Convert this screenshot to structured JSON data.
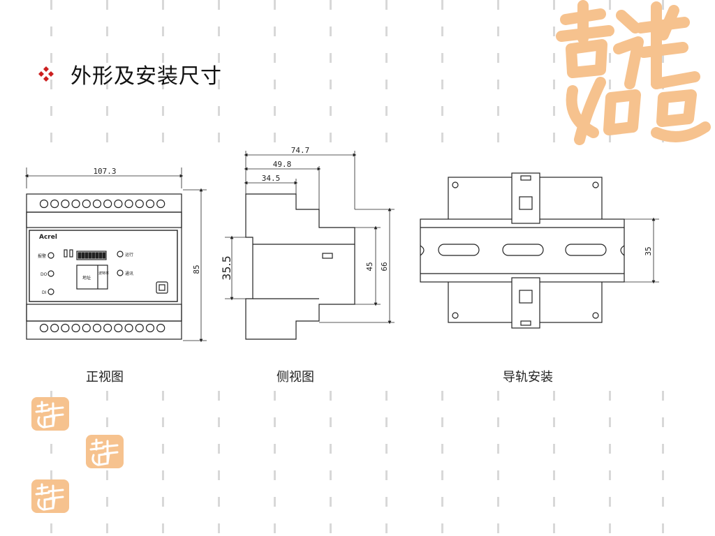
{
  "slide": {
    "title": "外形及安装尺寸",
    "bullet_icon": "diamond-cluster-icon",
    "accent_color": "#cc1f1f",
    "watermark_color": "#f6c28e"
  },
  "watermark": {
    "text": "吉祥如意"
  },
  "views": {
    "front": {
      "caption": "正视图",
      "dim_width": "107.3",
      "dim_height": "85",
      "brand": "Acrel",
      "labels": {
        "alarm": "报警",
        "do": "DO",
        "di": "DI",
        "run": "运行",
        "comm": "通讯",
        "address": "地址",
        "baud": "波特率"
      }
    },
    "side": {
      "caption": "侧视图",
      "dim_total": "74.7",
      "dim_mid": "49.8",
      "dim_small": "34.5",
      "dim_rail": "35.5",
      "dim_h1": "45",
      "dim_h2": "66"
    },
    "rail": {
      "caption": "导轨安装",
      "dim_rail_height": "35"
    }
  }
}
